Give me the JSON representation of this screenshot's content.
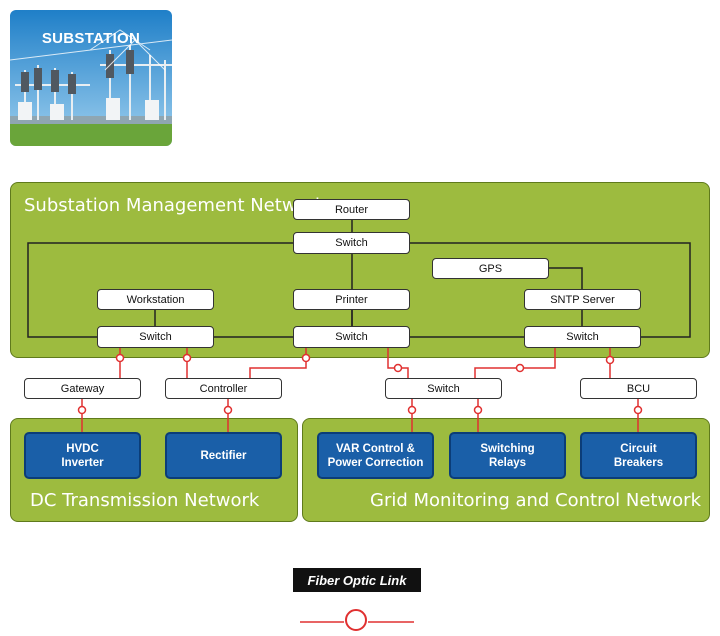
{
  "photo": {
    "label": "SUBSTATION"
  },
  "panels": {
    "management": {
      "title": "Substation Management Network"
    },
    "dc": {
      "title": "DC Transmission Network"
    },
    "grid": {
      "title": "Grid Monitoring and Control Network"
    }
  },
  "nodes": {
    "router": "Router",
    "core_switch": "Switch",
    "gps": "GPS",
    "workstation": "Workstation",
    "printer": "Printer",
    "sntp_server": "SNTP Server",
    "switch_left": "Switch",
    "switch_center": "Switch",
    "switch_right": "Switch",
    "gateway": "Gateway",
    "controller": "Controller",
    "field_switch": "Switch",
    "bcu": "BCU"
  },
  "devices": {
    "hvdc_inverter": "HVDC\nInverter",
    "rectifier": "Rectifier",
    "var_control": "VAR Control &\nPower Correction",
    "switching_relays": "Switching\nRelays",
    "circuit_breakers": "Circuit\nBreakers"
  },
  "legend": {
    "fiber_label": "Fiber Optic Link"
  },
  "colors": {
    "panel_green": "#9dbb3f",
    "device_blue": "#1a5fa8",
    "fiber_red": "#e03030",
    "ethernet_black": "#222222"
  }
}
